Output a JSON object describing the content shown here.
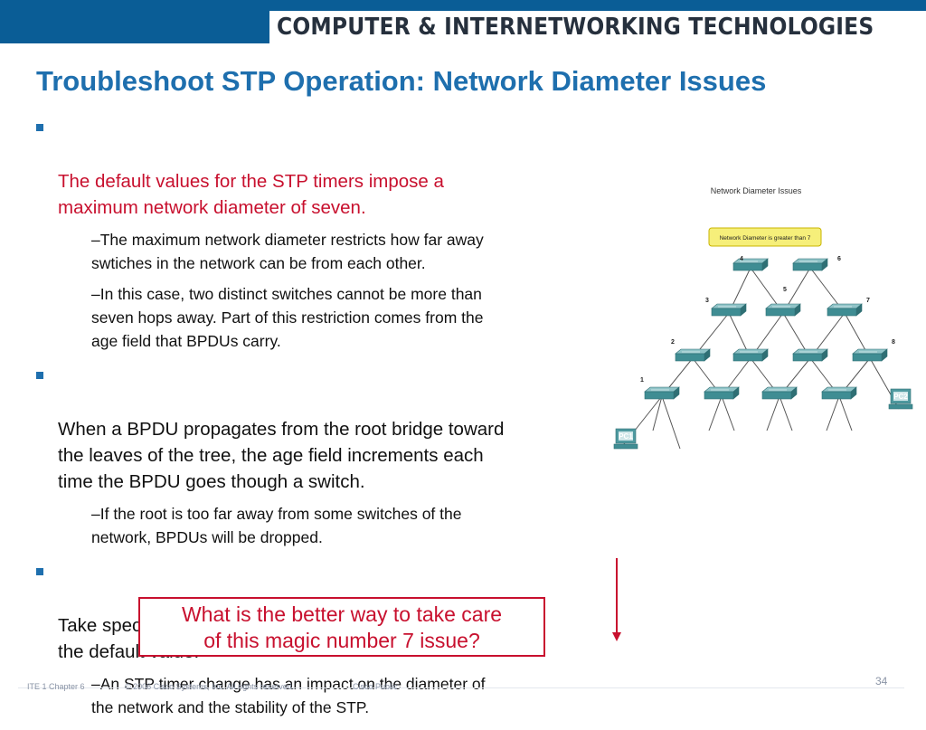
{
  "header": {
    "brand": "COMPUTER & INTERNETWORKING TECHNOLOGIES"
  },
  "slide": {
    "title": "Troubleshoot STP Operation: Network Diameter Issues",
    "bullets": [
      {
        "text": "The default values for the STP timers impose a\nmaximum network diameter of seven.",
        "subs": [
          "–The maximum network diameter restricts how far away\nswtiches in the network can be from each other.",
          "–In this case, two distinct switches cannot be more than\nseven hops away. Part of this restriction comes from the\nage field that BPDUs carry."
        ]
      },
      {
        "text": "When a BPDU propagates from the root bridge toward\nthe leaves of the tree, the age field increments each\ntime the BPDU goes though a switch.",
        "subs": [
          "–If the root is too far away from some switches of the\nnetwork, BPDUs will be dropped."
        ]
      },
      {
        "text": "Take special care if you plan to change STP timers from\nthe default value.",
        "subs": [
          "–An STP timer change has an impact on the diameter of\nthe network and the stability of the STP."
        ]
      }
    ],
    "callout": "What is the better way to take care\nof this magic number 7 issue?"
  },
  "diagram": {
    "title": "Network Diameter Issues",
    "warning": "Network Diameter is greater than 7",
    "hop_labels": [
      "1",
      "2",
      "3",
      "4",
      "5",
      "6",
      "7",
      "8"
    ],
    "pc_labels": [
      "PC1",
      "PC2"
    ]
  },
  "footer": {
    "course": "ITE 1 Chapter 6",
    "copyright": "© 2006 Cisco Systems, Inc. All rights reserved.",
    "classification": "Cisco Public",
    "page": "34"
  },
  "colors": {
    "accent_blue": "#1e6fae",
    "header_blue": "#0a5d96",
    "highlight_red": "#c8102e",
    "switch_teal": "#3f8d93"
  }
}
